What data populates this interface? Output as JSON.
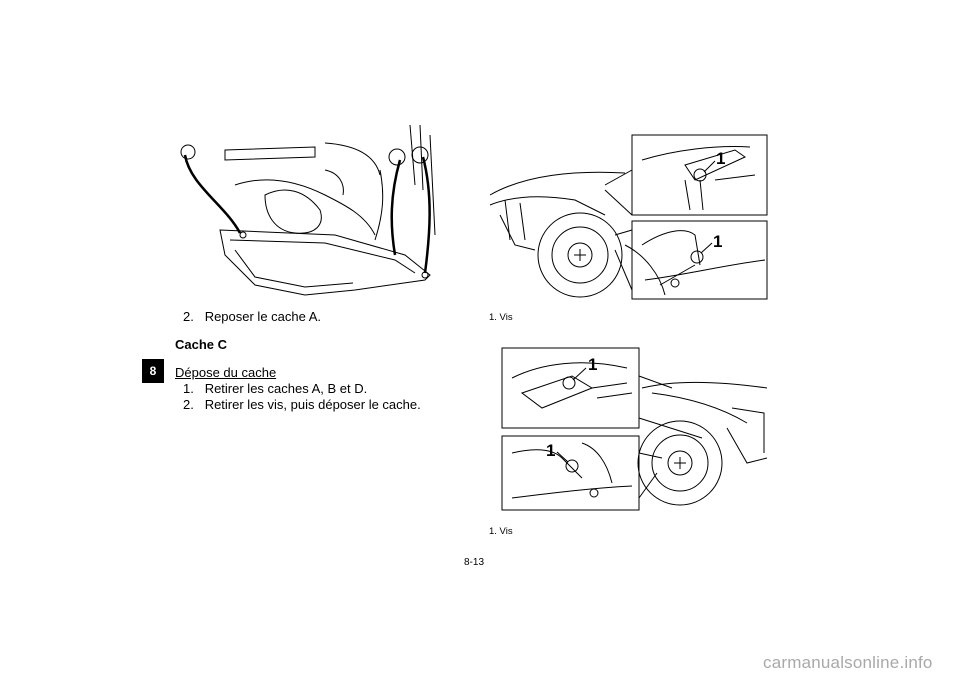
{
  "chapter_tab": "8",
  "left_column": {
    "step_reposer": {
      "num": "2.",
      "text": "Reposer le cache A."
    },
    "section_title": "Cache C",
    "subsection": "Dépose du cache",
    "steps": [
      {
        "num": "1.",
        "text": "Retirer les caches A, B et D."
      },
      {
        "num": "2.",
        "text": "Retirer les vis, puis déposer le cache."
      }
    ]
  },
  "figures": {
    "top": {
      "caption": "1.  Vis",
      "callouts": [
        "1",
        "1"
      ]
    },
    "bottom": {
      "caption": "1.  Vis",
      "callouts": [
        "1",
        "1"
      ]
    }
  },
  "page_number": "8-13",
  "watermark": "carmanualsonline.info"
}
